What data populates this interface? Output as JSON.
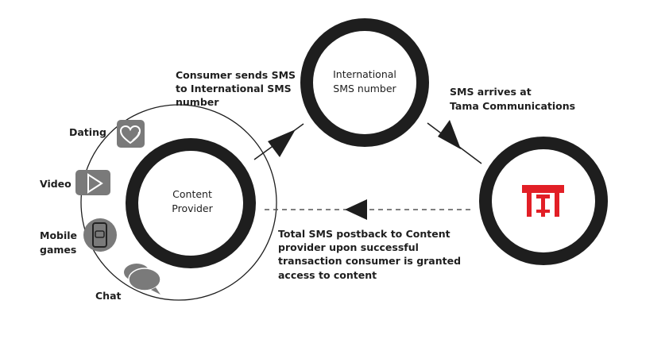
{
  "nodes": {
    "international": {
      "line1": "International",
      "line2": "SMS number"
    },
    "content_provider": {
      "line1": "Content",
      "line2": "Provider"
    },
    "tama": {
      "logo_icon": "tama-communications-logo-icon",
      "logo_color": "#e21f26"
    }
  },
  "edges": {
    "consumer_sends": {
      "line1": "Consumer sends SMS",
      "line2": "to International SMS",
      "line3": "number"
    },
    "sms_arrives": {
      "line1": "SMS arrives at",
      "line2": "Tama Communications"
    },
    "postback": {
      "line1": "Total SMS postback to Content",
      "line2": "provider upon successful",
      "line3": "transaction consumer is granted",
      "line4": "access to content"
    }
  },
  "services": [
    {
      "label": "Dating",
      "icon": "hearts-icon"
    },
    {
      "label": "Video",
      "icon": "play-icon"
    },
    {
      "label_line1": "Mobile",
      "label_line2": "games",
      "icon": "gamepad-phone-icon"
    },
    {
      "label": "Chat",
      "icon": "chat-bubbles-icon"
    }
  ],
  "colors": {
    "ring": "#1e1e1e",
    "icon_gray": "#7a7a7a",
    "text": "#1e1e1e",
    "dashed_line": "#555555",
    "brand_red": "#e21f26"
  }
}
